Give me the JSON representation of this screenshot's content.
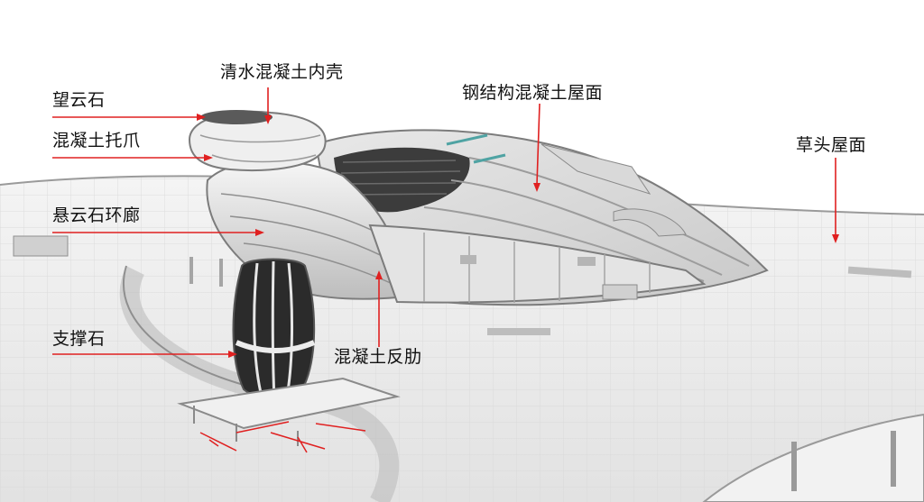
{
  "labels": {
    "wangyunshi": "望云石",
    "inner_shell": "清水混凝土内壳",
    "steel_roof": "钢结构混凝土屋面",
    "claw": "混凝土托爪",
    "grass_roof": "草头屋面",
    "corridor": "悬云石环廊",
    "support": "支撑石",
    "rib": "混凝土反肋"
  },
  "colors": {
    "annotation": "#e02020",
    "model_surface": "#ececec",
    "model_shadow": "#9a9a9a",
    "dark_panel": "#2b2b2b",
    "text": "#111111"
  }
}
